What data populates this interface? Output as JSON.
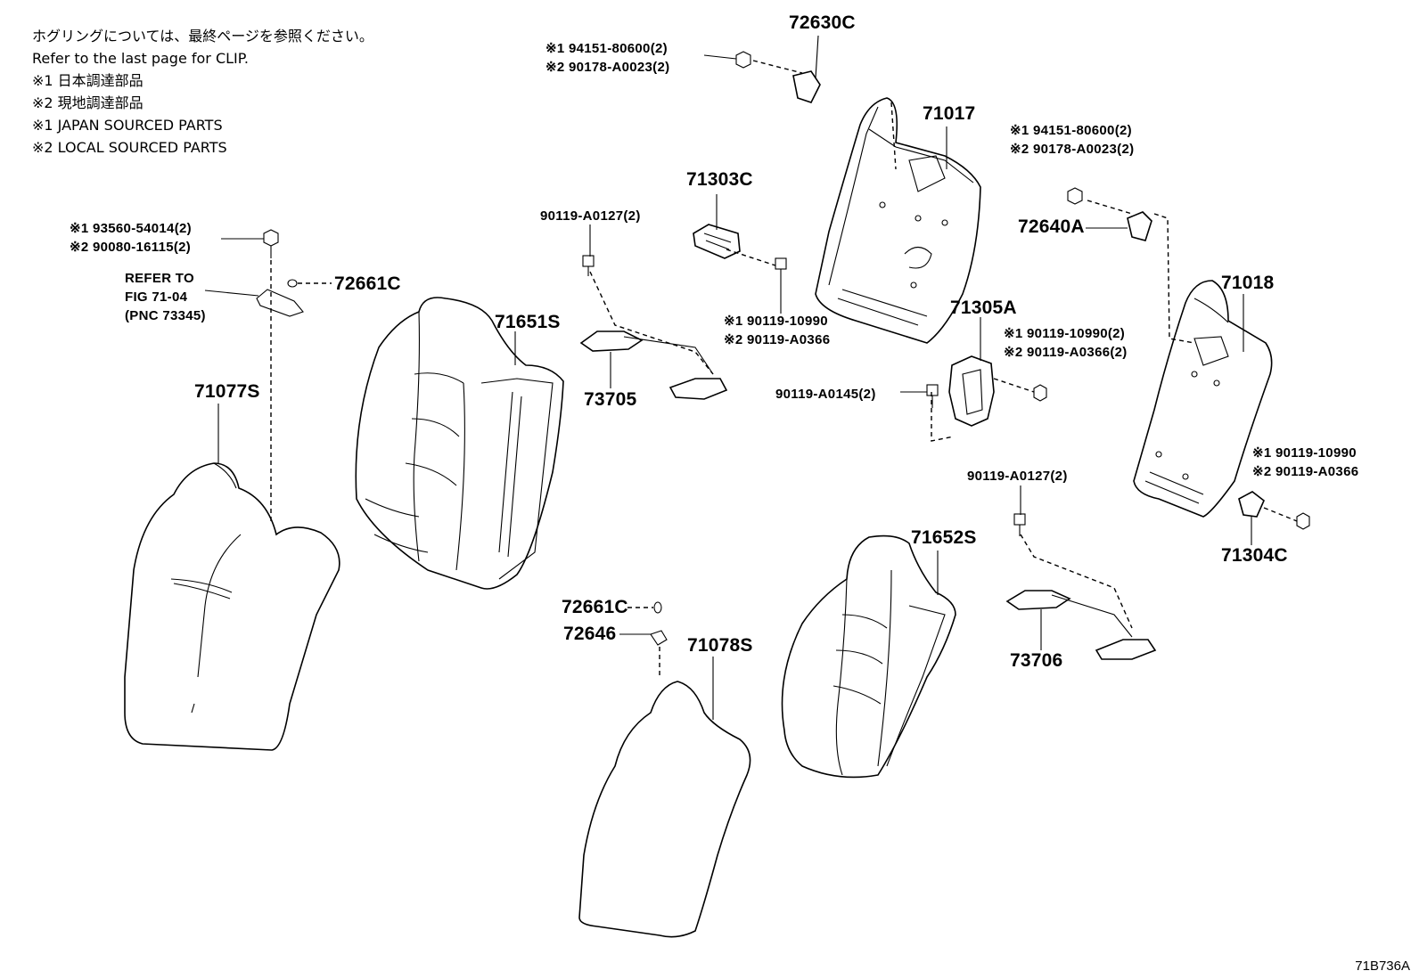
{
  "notes": {
    "line1": "ホグリングについては、最終ページを参照ください。",
    "line2": "Refer to the last page for CLIP.",
    "line3": "※1 日本調達部品",
    "line4": "※2 現地調達部品",
    "line5": "※1 JAPAN SOURCED PARTS",
    "line6": "※2 LOCAL SOURCED PARTS"
  },
  "labels": {
    "p72630c": "72630C",
    "p72630c_ref1": "※1 94151-80600(2)",
    "p72630c_ref2": "※2 90178-A0023(2)",
    "p71017": "71017",
    "p71303c": "71303C",
    "p90119_a0127_top": "90119-A0127(2)",
    "p71303c_ref1": "※1 90119-10990",
    "p71303c_ref2": "※2 90119-A0366",
    "p72640a": "72640A",
    "p72640a_ref1": "※1 94151-80600(2)",
    "p72640a_ref2": "※2 90178-A0023(2)",
    "p71018": "71018",
    "p71305a": "71305A",
    "p71305a_ref1": "※1 90119-10990(2)",
    "p71305a_ref2": "※2 90119-A0366(2)",
    "p90119_a0145": "90119-A0145(2)",
    "p71651s": "71651S",
    "p73705": "73705",
    "p72661c_top": "72661C",
    "refer_line1": "REFER TO",
    "refer_line2": "FIG 71-04",
    "refer_line3": "(PNC 73345)",
    "p93560_ref1": "※1 93560-54014(2)",
    "p93560_ref2": "※2 90080-16115(2)",
    "p71077s": "71077S",
    "p90119_a0127_bottom": "90119-A0127(2)",
    "p71304c_ref1": "※1 90119-10990",
    "p71304c_ref2": "※2 90119-A0366",
    "p71304c": "71304C",
    "p71652s": "71652S",
    "p73706": "73706",
    "p72661c_bottom": "72661C",
    "p72646": "72646",
    "p71078s": "71078S",
    "diagram_code": "71B736A"
  }
}
